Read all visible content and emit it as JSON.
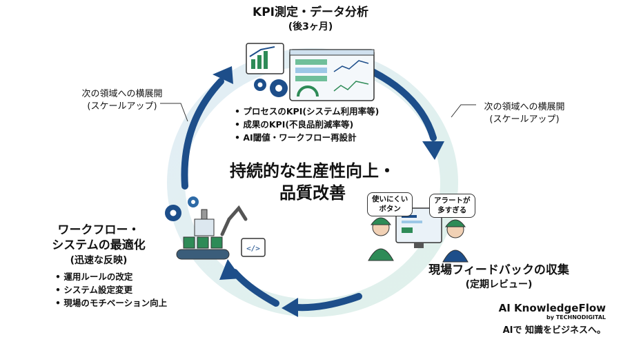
{
  "center": {
    "line1": "持続的な生産性向上・",
    "line2": "品質改善"
  },
  "kpi": {
    "title": "KPI測定・データ分析",
    "subtitle": "(後3ヶ月)",
    "bullets": [
      "プロセスのKPI(システム利用率等)",
      "成果のKPI(不良品削減率等)",
      "AI閾値・ワークフロー再設計"
    ]
  },
  "feedback": {
    "title": "現場フィードバックの収集",
    "subtitle": "(定期レビュー)",
    "bubbles": [
      "使いにくい\nボタン",
      "アラートが\n多すぎる"
    ]
  },
  "workflow": {
    "title_line1": "ワークフロー・",
    "title_line2": "システムの最適化",
    "subtitle": "(迅速な反映)",
    "bullets": [
      "運用ルールの改定",
      "システム設定変更",
      "現場のモチベーション向上"
    ]
  },
  "scale_left": {
    "line1": "次の領域への横展開",
    "line2": "(スケールアップ)"
  },
  "scale_right": {
    "line1": "次の領域への横展開",
    "line2": "(スケールアップ)"
  },
  "brand": {
    "name": "AI KnowledgeFlow",
    "by": "by TECHNODIGITAL",
    "tagline": "AIで 知識をビジネスへ。"
  },
  "colors": {
    "arrow": "#1d4e8a",
    "ring": "#d9ebf1",
    "accent": "#2e8b57"
  }
}
